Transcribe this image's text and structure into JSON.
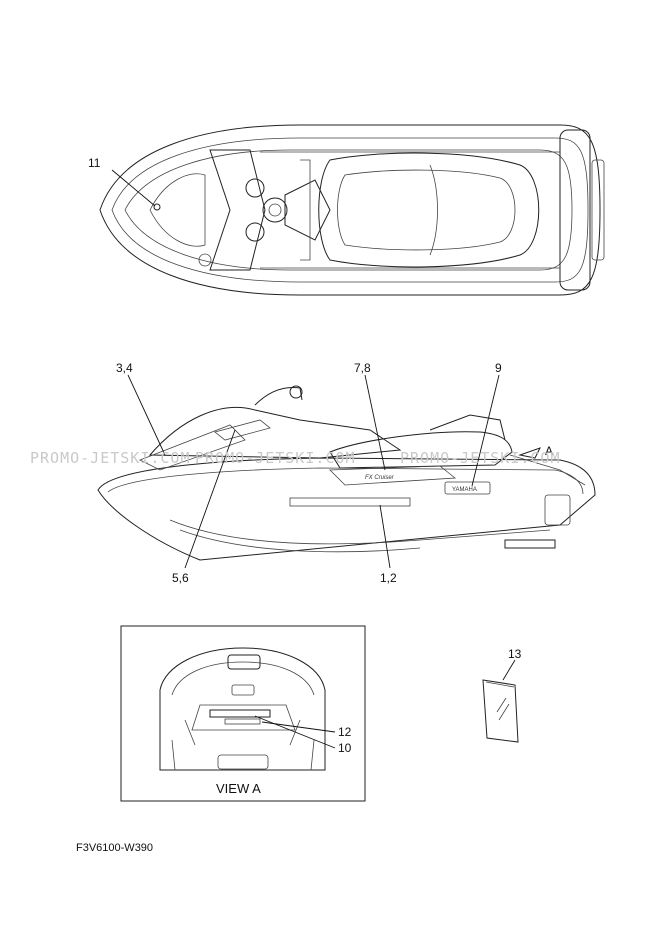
{
  "callouts": {
    "c11": "11",
    "c34": "3,4",
    "c78": "7,8",
    "c9": "9",
    "c56": "5,6",
    "c12b": "1,2",
    "c13": "13",
    "c12": "12",
    "c10": "10",
    "cA": "A"
  },
  "view_label": "VIEW A",
  "drawing_code": "F3V6100-W390",
  "watermark": "PROMO-JETSKI.COM",
  "decal_text": {
    "brand": "YAMAHA",
    "model": "FX Cruiser"
  },
  "colors": {
    "line": "#222222",
    "watermark": "#c9c9c9",
    "background": "#ffffff"
  }
}
